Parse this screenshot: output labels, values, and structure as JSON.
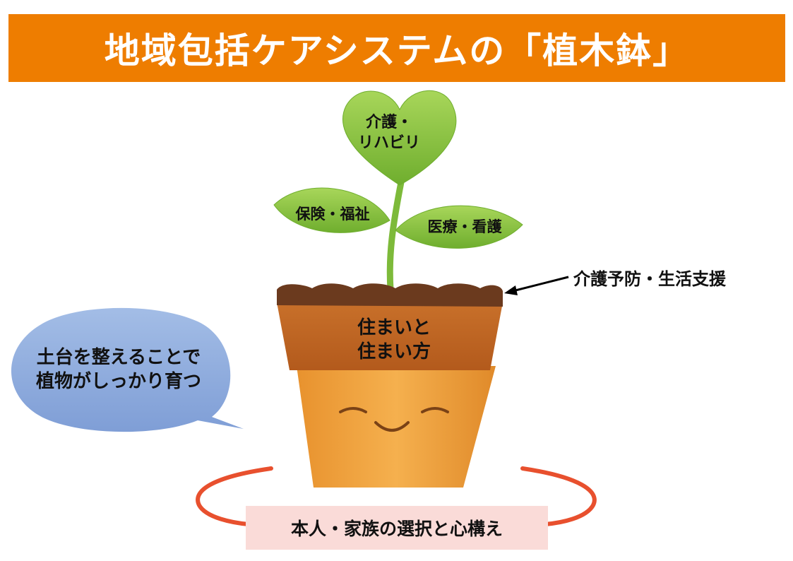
{
  "title": "地域包括ケアシステムの「植木鉢」",
  "plant": {
    "heart_line1": "介護・",
    "heart_line2": "リハビリ",
    "leaf_left": "保険・福祉",
    "leaf_right": "医療・看護"
  },
  "soil_label": "介護予防・生活支援",
  "pot_rim_line1": "住まいと",
  "pot_rim_line2": "住まい方",
  "bubble_line1": "土台を整えることで",
  "bubble_line2": "植物がしっかり育つ",
  "base_label": "本人・家族の選択と心構え",
  "colors": {
    "title_bg": "#EE7D00",
    "leaf": "#8CC63F",
    "soil": "#6B3A1E",
    "pot_rim": "#C0661F",
    "pot_body": "#F0A33E",
    "bubble": "#8FA9DB",
    "ring": "#E8502E",
    "base_box": "#FADBD8"
  }
}
